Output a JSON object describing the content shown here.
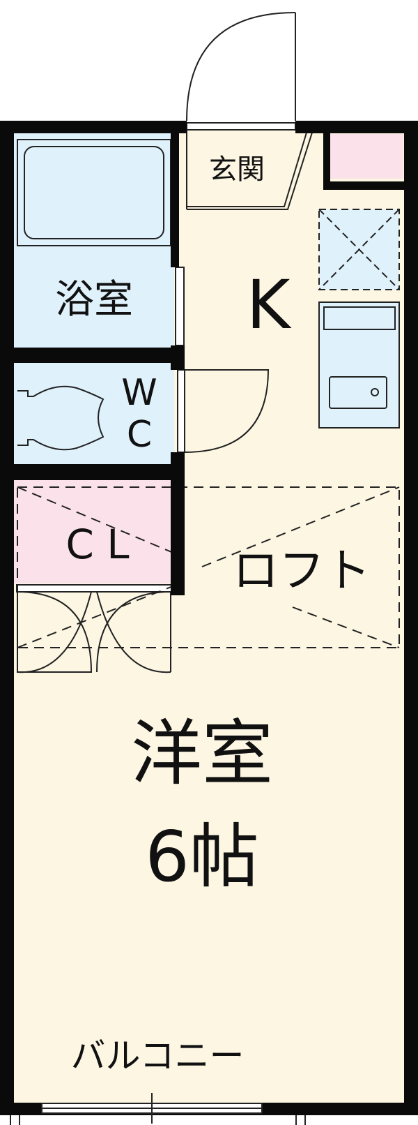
{
  "rooms": {
    "entrance": "玄関",
    "bath": "浴室",
    "kitchen": "K",
    "toilet_w": "W",
    "toilet_c": "C",
    "closet": "C L",
    "loft": "ロフト",
    "western_room": "洋室",
    "western_room_size": "6帖",
    "balcony": "バルコニー"
  },
  "colors": {
    "wall": "#0a0a0a",
    "floor": "#fcf6e3",
    "wet_area": "#dff1fb",
    "storage": "#fbe2ea",
    "line": "#222222"
  }
}
